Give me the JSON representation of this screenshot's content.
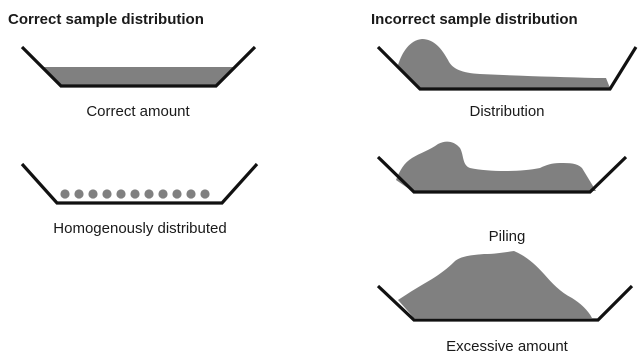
{
  "headings": {
    "correct": "Correct sample distribution",
    "incorrect": "Incorrect sample distribution"
  },
  "correct_examples": [
    {
      "caption": "Correct amount",
      "fill": "layer"
    },
    {
      "caption": "Homogenously distributed",
      "fill": "dots"
    }
  ],
  "incorrect_examples": [
    {
      "caption": "Distribution",
      "fill": "skewed"
    },
    {
      "caption": "Piling",
      "fill": "piled"
    },
    {
      "caption": "Excessive amount",
      "fill": "heap"
    }
  ],
  "colors": {
    "container_stroke": "#111111",
    "sample_fill": "#808080",
    "text": "#1a1a1a"
  }
}
